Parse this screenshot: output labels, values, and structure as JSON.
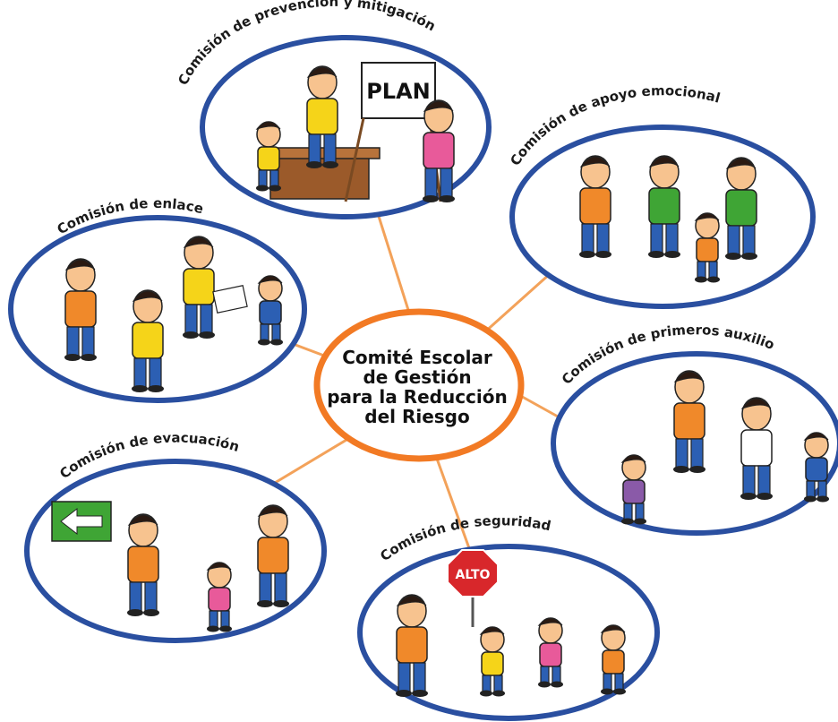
{
  "center": {
    "lines": [
      "Comité Escolar",
      "de Gestión",
      "para la Reducción",
      "del Riesgo"
    ],
    "ring_color": "#f27a24"
  },
  "commissions": [
    {
      "id": "prevencion",
      "label": "Comisión de prevención y mitigación",
      "sign": "PLAN"
    },
    {
      "id": "apoyo",
      "label": "Comisión de apoyo emocional"
    },
    {
      "id": "enlace",
      "label": "Comisión de enlace"
    },
    {
      "id": "auxilios",
      "label": "Comisión de primeros auxilios"
    },
    {
      "id": "evacuacion",
      "label": "Comisión de evacuación"
    },
    {
      "id": "seguridad",
      "label": "Comisión de seguridad",
      "sign": "ALTO"
    }
  ],
  "colors": {
    "circle_border": "#2a4fa0",
    "connector": "#f3a25a",
    "skin": "#f7c38f",
    "hair": "#2b1a12",
    "orange": "#f0892a",
    "yellow": "#f5d419",
    "green": "#3fa535",
    "blue": "#2c5fb3",
    "pink": "#e85a9a",
    "red": "#d8272b"
  }
}
